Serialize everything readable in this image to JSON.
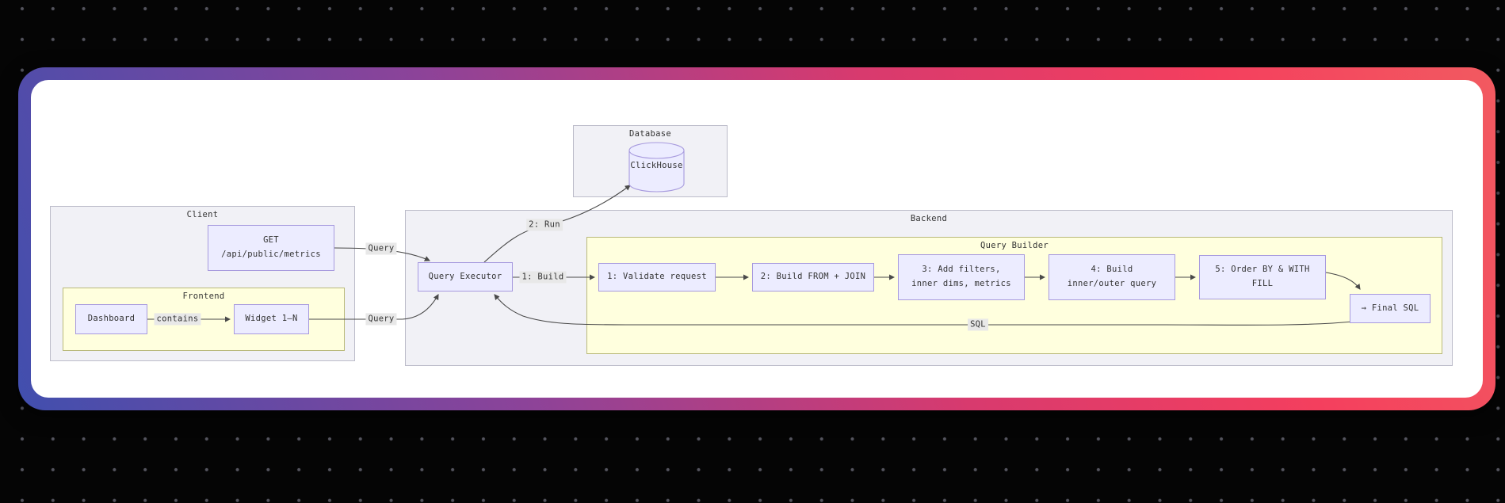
{
  "app": {
    "background": "#050505",
    "dot_color": "#54545e"
  },
  "card": {
    "surface_color": "#ffffff",
    "border_gradient": [
      "#414fae",
      "#8c4399",
      "#f43f5e",
      "#f25a60"
    ]
  },
  "diagram": {
    "colors": {
      "node_fill": "#ececff",
      "node_border": "#a79ade",
      "cluster_gray": "#f1f1f6",
      "cluster_yellow": "#ffffde",
      "edge": "#4a4a4a",
      "edge_label_bg": "#e8e8e8",
      "text": "#333333"
    },
    "clusters": {
      "database": {
        "label": "Database"
      },
      "client": {
        "label": "Client"
      },
      "frontend": {
        "label": "Frontend"
      },
      "backend": {
        "label": "Backend"
      },
      "query_builder": {
        "label": "Query Builder"
      }
    },
    "nodes": {
      "get": {
        "line1": "GET",
        "line2": "/api/public/metrics"
      },
      "dashboard": {
        "label": "Dashboard"
      },
      "widget": {
        "label": "Widget 1–N"
      },
      "clickhouse": {
        "label": "ClickHouse"
      },
      "query_executor": {
        "label": "Query Executor"
      },
      "step1": {
        "label": "1: Validate request"
      },
      "step2": {
        "label": "2: Build FROM + JOIN"
      },
      "step3": {
        "line1": "3: Add filters,",
        "line2": "inner dims, metrics"
      },
      "step4": {
        "line1": "4: Build",
        "line2": "inner/outer query"
      },
      "step5": {
        "line1": "5: Order BY & WITH",
        "line2": "FILL"
      },
      "final_sql": {
        "label": "→ Final SQL"
      }
    },
    "edge_labels": {
      "query_get": {
        "label": "Query"
      },
      "query_widget": {
        "label": "Query"
      },
      "contains": {
        "label": "contains"
      },
      "run": {
        "label": "2: Run"
      },
      "build": {
        "label": "1: Build"
      },
      "sql": {
        "label": "SQL"
      }
    }
  }
}
